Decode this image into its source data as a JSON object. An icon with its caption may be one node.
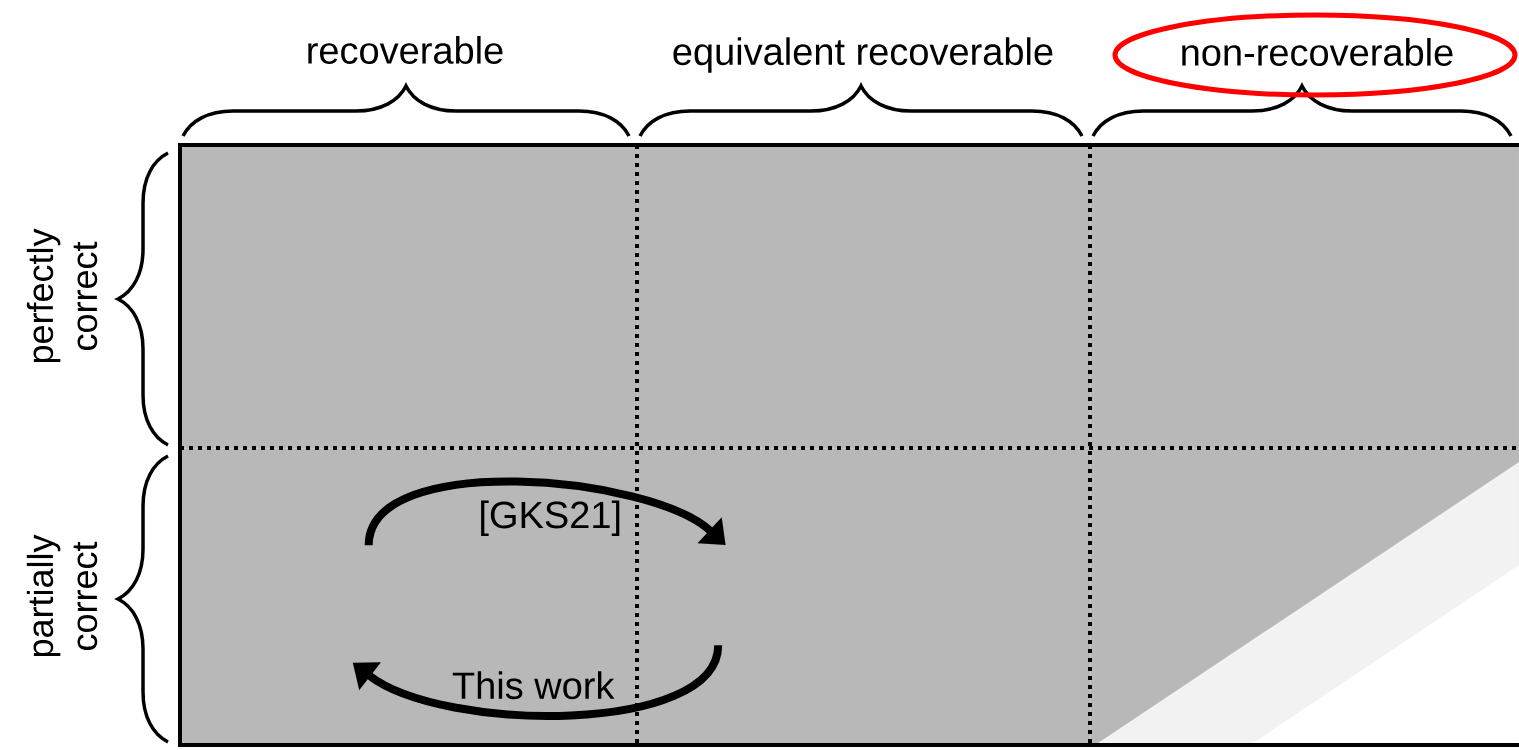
{
  "diagram": {
    "nodes": [
      {
        "text": [],
        "shape": "box"
      },
      {
        "text": [],
        "shape": "box"
      },
      {
        "text": [],
        "shape": "box"
      },
      {
        "text": [],
        "shape": "box"
      },
      {
        "text": [],
        "shape": "box"
      },
      {
        "text": [],
        "shape": "box"
      }
    ],
    "edges": [
      {
        "from": 3,
        "to": 4,
        "arrow": "to",
        "label": "[GKS21]"
      },
      {
        "from": 4,
        "to": 3,
        "arrow": "to",
        "label": "This work"
      }
    ],
    "labels": [
      "recoverable",
      "equivalent recoverable",
      "non-recoverable",
      "perfectly correct",
      "partially correct"
    ]
  }
}
